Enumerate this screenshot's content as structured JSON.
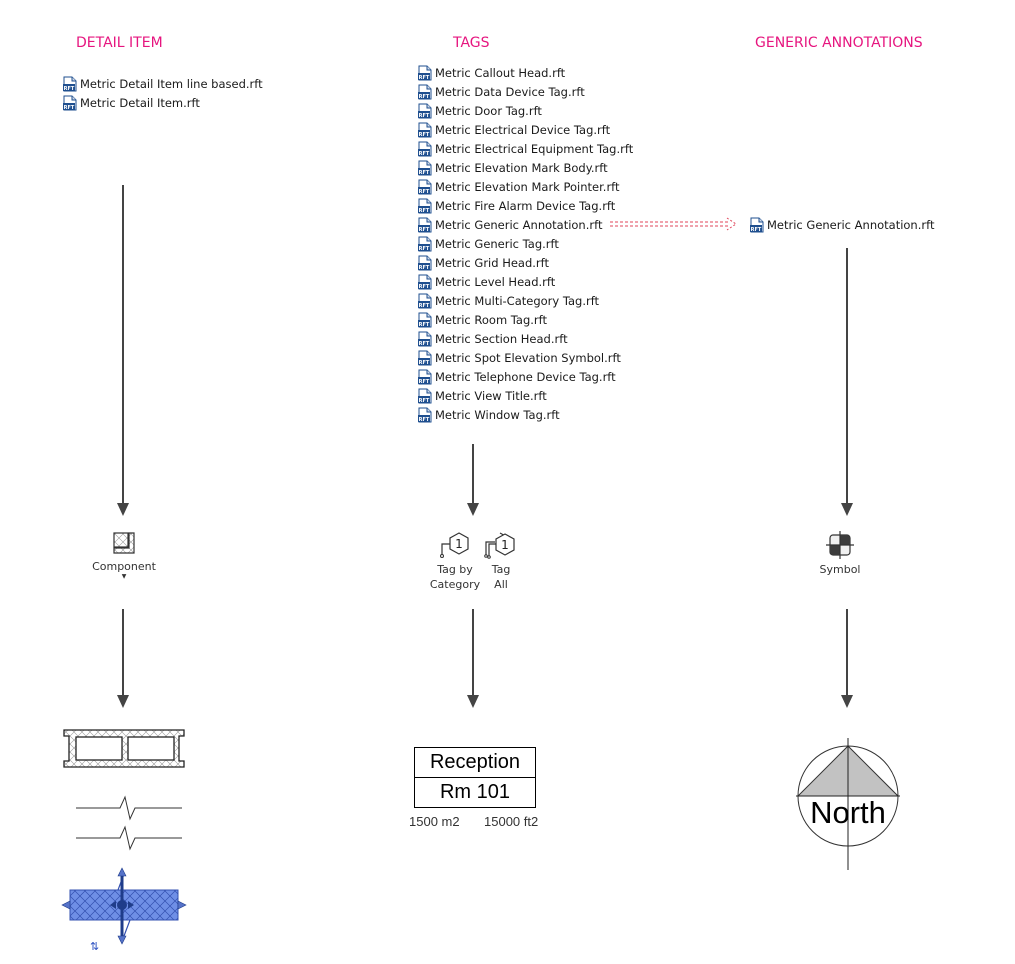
{
  "columns": {
    "detail_item": {
      "heading": "DETAIL ITEM",
      "files": [
        "Metric Detail Item line based.rft",
        "Metric Detail Item.rft"
      ],
      "tool": {
        "icon": "component-icon",
        "label": "Component",
        "has_dropdown": true
      }
    },
    "tags": {
      "heading": "TAGS",
      "files": [
        "Metric Callout Head.rft",
        "Metric Data Device Tag.rft",
        "Metric Door Tag.rft",
        "Metric Electrical Device Tag.rft",
        "Metric Electrical Equipment Tag.rft",
        "Metric Elevation Mark Body.rft",
        "Metric Elevation Mark Pointer.rft",
        "Metric Fire Alarm Device Tag.rft",
        "Metric Generic Annotation.rft",
        "Metric Generic Tag.rft",
        "Metric Grid Head.rft",
        "Metric Level Head.rft",
        "Metric Multi-Category Tag.rft",
        "Metric Room Tag.rft",
        "Metric Section Head.rft",
        "Metric Spot Elevation Symbol.rft",
        "Metric Telephone Device Tag.rft",
        "Metric View Title.rft",
        "Metric Window Tag.rft"
      ],
      "tools": [
        {
          "icon": "tag-by-category-icon",
          "label_line1": "Tag by",
          "label_line2": "Category",
          "glyph": "1"
        },
        {
          "icon": "tag-all-icon",
          "label_line1": "Tag",
          "label_line2": "All",
          "glyph": "1"
        }
      ],
      "example": {
        "room_name": "Reception",
        "room_number": "Rm 101",
        "area_metric": "1500 m2",
        "area_imperial": "15000 ft2"
      }
    },
    "generic_annotations": {
      "heading": "GENERIC ANNOTATIONS",
      "files": [
        "Metric Generic Annotation.rft"
      ],
      "tool": {
        "icon": "symbol-icon",
        "label": "Symbol"
      },
      "example": {
        "north_label": "North"
      }
    }
  },
  "file_icon_text": "RFT",
  "colors": {
    "heading": "#e6157f",
    "arrow": "#444444",
    "dashed_arrow": "#e0455a",
    "selection_blue": "#4a6fd8",
    "icon_blue": "#1f4f8f"
  }
}
